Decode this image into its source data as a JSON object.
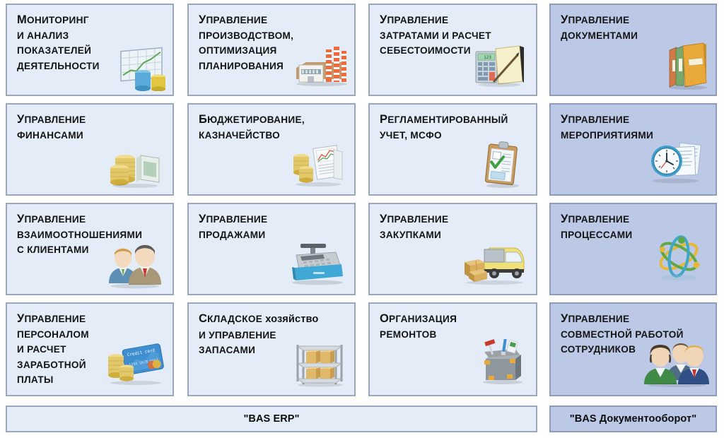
{
  "page": {
    "background_color": "#ffffff",
    "card_color_light": "#e3ecf7",
    "card_color_dark": "#bcc9e6",
    "border_color": "#9aa6bd",
    "text_color": "#141414"
  },
  "grid": {
    "columns": 4,
    "rows": 4
  },
  "cards": [
    {
      "id": "monitoring-analysis",
      "lines": [
        "Мониторинг",
        "и анализ",
        "показателей",
        "деятельности"
      ],
      "icon": "bar-chart-icon",
      "highlight": false
    },
    {
      "id": "production-management",
      "lines": [
        "Управление",
        "производством,",
        "оптимизация",
        "планирования"
      ],
      "icon": "factory-icon",
      "highlight": false
    },
    {
      "id": "cost-management",
      "lines": [
        "Управление",
        "затратами и расчет",
        "себестоимости"
      ],
      "icon": "calculator-notepad-icon",
      "highlight": false
    },
    {
      "id": "document-management",
      "lines": [
        "Управление",
        "документами"
      ],
      "icon": "binders-icon",
      "highlight": true
    },
    {
      "id": "finance-management",
      "lines": [
        "Управление",
        "финансами"
      ],
      "icon": "coins-wallet-icon",
      "highlight": false
    },
    {
      "id": "budgeting-treasury",
      "lines": [
        "Бюджетирование,",
        "казначейство"
      ],
      "icon": "coins-reports-icon",
      "highlight": false
    },
    {
      "id": "regulated-accounting",
      "lines": [
        "Регламентированный",
        "учет, МСФО"
      ],
      "icon": "clipboard-check-icon",
      "highlight": false
    },
    {
      "id": "event-management",
      "lines": [
        "Управление",
        "мероприятиями"
      ],
      "icon": "clock-documents-icon",
      "highlight": true
    },
    {
      "id": "crm",
      "lines": [
        "Управление",
        "взаимоотношениями",
        "с клиентами"
      ],
      "icon": "two-businessmen-icon",
      "highlight": false
    },
    {
      "id": "sales-management",
      "lines": [
        "Управление",
        "продажами"
      ],
      "icon": "cash-register-icon",
      "highlight": false
    },
    {
      "id": "purchase-management",
      "lines": [
        "Управление",
        "закупками"
      ],
      "icon": "delivery-truck-icon",
      "highlight": false
    },
    {
      "id": "process-management",
      "lines": [
        "Управление",
        "процессами"
      ],
      "icon": "atom-orbits-icon",
      "highlight": true
    },
    {
      "id": "hr-payroll",
      "lines": [
        "Управление",
        "персоналом",
        "и расчет",
        "заработной",
        "платы"
      ],
      "icon": "credit-card-coins-icon",
      "highlight": false
    },
    {
      "id": "warehouse-inventory",
      "lines": [
        "Складское хозяйство",
        "и управление",
        "запасами"
      ],
      "icon": "warehouse-rack-icon",
      "highlight": false
    },
    {
      "id": "repairs-organization",
      "lines": [
        "Организация",
        "ремонтов"
      ],
      "icon": "toolbox-icon",
      "highlight": false
    },
    {
      "id": "collaboration-management",
      "lines": [
        "Управление",
        "совместной работой",
        "сотрудников"
      ],
      "icon": "team-group-icon",
      "highlight": true
    }
  ],
  "footer": {
    "left_label": "\"BAS ERP\"",
    "right_label": "\"BAS Документооборот\""
  }
}
